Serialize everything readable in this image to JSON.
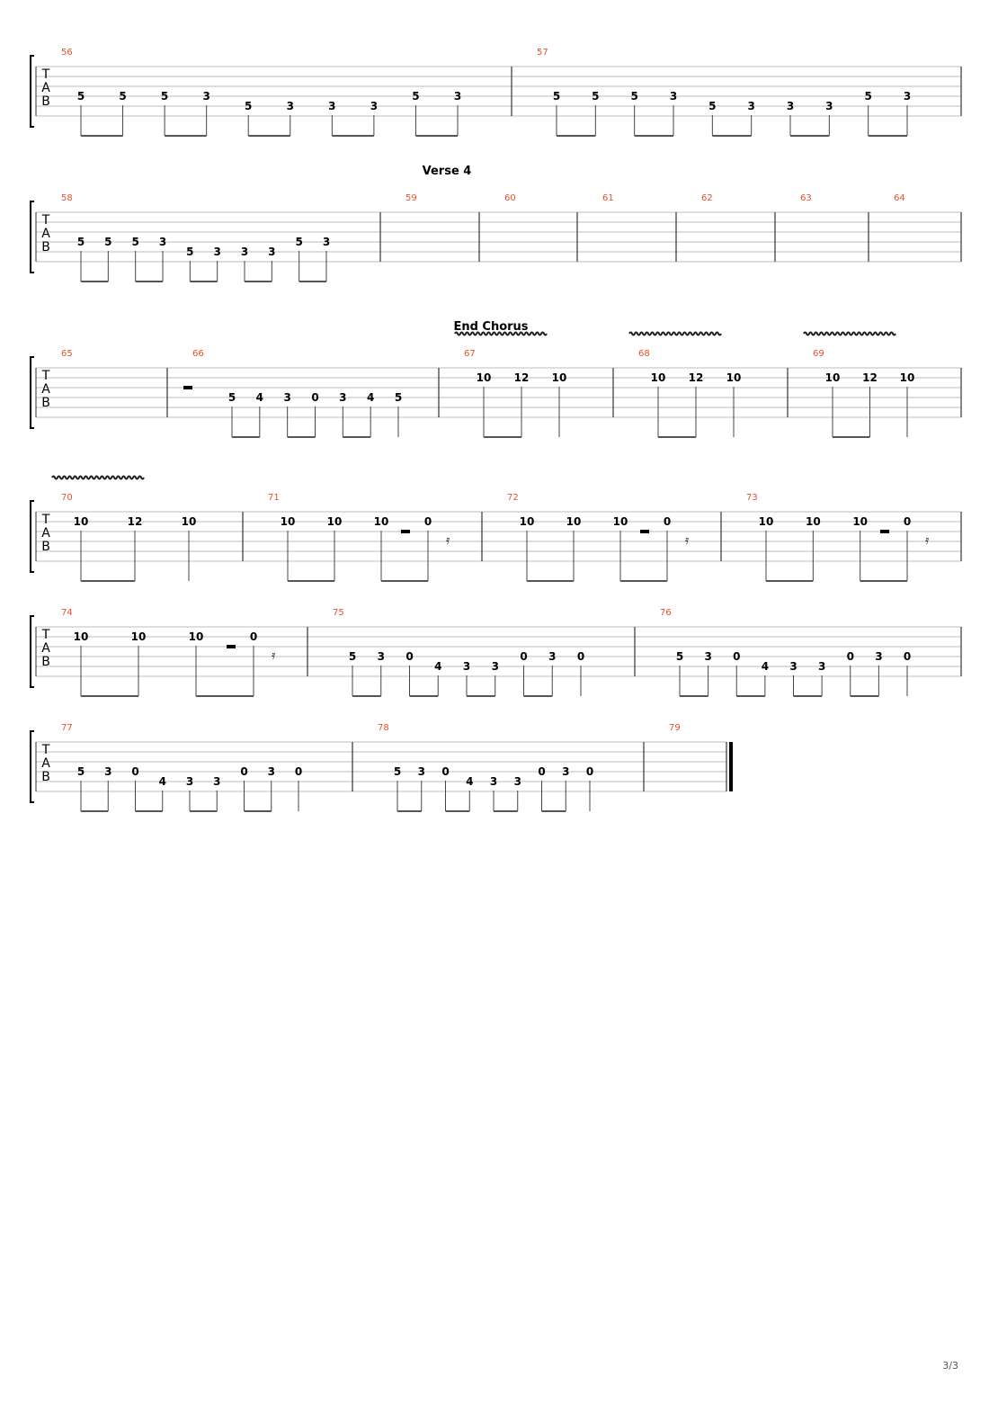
{
  "document": {
    "page_number": "3/3",
    "tab_label": [
      "T",
      "A",
      "B"
    ],
    "systems": [
      {
        "id": "system-1",
        "section": "",
        "vibrato_over_measures": [],
        "measures": [
          {
            "number": "56",
            "notes": [
              {
                "fret": "5",
                "string": 4
              },
              {
                "fret": "5",
                "string": 4
              },
              {
                "fret": "5",
                "string": 4
              },
              {
                "fret": "3",
                "string": 4
              },
              {
                "fret": "5",
                "string": 5
              },
              {
                "fret": "3",
                "string": 5
              },
              {
                "fret": "3",
                "string": 5
              },
              {
                "fret": "3",
                "string": 5
              },
              {
                "fret": "5",
                "string": 4
              },
              {
                "fret": "3",
                "string": 4
              }
            ]
          },
          {
            "number": "57",
            "notes": [
              {
                "fret": "5",
                "string": 4
              },
              {
                "fret": "5",
                "string": 4
              },
              {
                "fret": "5",
                "string": 4
              },
              {
                "fret": "3",
                "string": 4
              },
              {
                "fret": "5",
                "string": 5
              },
              {
                "fret": "3",
                "string": 5
              },
              {
                "fret": "3",
                "string": 5
              },
              {
                "fret": "3",
                "string": 5
              },
              {
                "fret": "5",
                "string": 4
              },
              {
                "fret": "3",
                "string": 4
              }
            ]
          }
        ]
      },
      {
        "id": "system-2",
        "section": "Verse 4",
        "vibrato_over_measures": [],
        "measures": [
          {
            "number": "58",
            "notes": [
              {
                "fret": "5",
                "string": 4
              },
              {
                "fret": "5",
                "string": 4
              },
              {
                "fret": "5",
                "string": 4
              },
              {
                "fret": "3",
                "string": 4
              },
              {
                "fret": "5",
                "string": 5
              },
              {
                "fret": "3",
                "string": 5
              },
              {
                "fret": "3",
                "string": 5
              },
              {
                "fret": "3",
                "string": 5
              },
              {
                "fret": "5",
                "string": 4
              },
              {
                "fret": "3",
                "string": 4
              }
            ]
          },
          {
            "number": "59",
            "notes": []
          },
          {
            "number": "60",
            "notes": []
          },
          {
            "number": "61",
            "notes": []
          },
          {
            "number": "62",
            "notes": []
          },
          {
            "number": "63",
            "notes": []
          },
          {
            "number": "64",
            "notes": []
          }
        ]
      },
      {
        "id": "system-3",
        "section": "End Chorus",
        "vibrato_over_measures": [
          "67",
          "68",
          "69"
        ],
        "measures": [
          {
            "number": "65",
            "notes": []
          },
          {
            "number": "66",
            "notes": [
              {
                "fret": "5",
                "string": 4
              },
              {
                "fret": "4",
                "string": 4
              },
              {
                "fret": "3",
                "string": 4
              },
              {
                "fret": "0",
                "string": 4
              },
              {
                "fret": "3",
                "string": 4
              },
              {
                "fret": "4",
                "string": 4
              },
              {
                "fret": "5",
                "string": 4
              }
            ]
          },
          {
            "number": "67",
            "notes": [
              {
                "fret": "10",
                "string": 2
              },
              {
                "fret": "12",
                "string": 2
              },
              {
                "fret": "10",
                "string": 2
              }
            ]
          },
          {
            "number": "68",
            "notes": [
              {
                "fret": "10",
                "string": 2
              },
              {
                "fret": "12",
                "string": 2
              },
              {
                "fret": "10",
                "string": 2
              }
            ]
          },
          {
            "number": "69",
            "notes": [
              {
                "fret": "10",
                "string": 2
              },
              {
                "fret": "12",
                "string": 2
              },
              {
                "fret": "10",
                "string": 2
              }
            ]
          }
        ]
      },
      {
        "id": "system-4",
        "section": "",
        "vibrato_over_measures": [
          "70"
        ],
        "measures": [
          {
            "number": "70",
            "notes": [
              {
                "fret": "10",
                "string": 2
              },
              {
                "fret": "12",
                "string": 2
              },
              {
                "fret": "10",
                "string": 2
              }
            ]
          },
          {
            "number": "71",
            "notes": [
              {
                "fret": "10",
                "string": 2
              },
              {
                "fret": "10",
                "string": 2
              },
              {
                "fret": "10",
                "string": 2
              },
              {
                "fret": "0",
                "string": 2
              }
            ]
          },
          {
            "number": "72",
            "notes": [
              {
                "fret": "10",
                "string": 2
              },
              {
                "fret": "10",
                "string": 2
              },
              {
                "fret": "10",
                "string": 2
              },
              {
                "fret": "0",
                "string": 2
              }
            ]
          },
          {
            "number": "73",
            "notes": [
              {
                "fret": "10",
                "string": 2
              },
              {
                "fret": "10",
                "string": 2
              },
              {
                "fret": "10",
                "string": 2
              },
              {
                "fret": "0",
                "string": 2
              }
            ]
          }
        ]
      },
      {
        "id": "system-5",
        "section": "",
        "vibrato_over_measures": [],
        "measures": [
          {
            "number": "74",
            "notes": [
              {
                "fret": "10",
                "string": 2
              },
              {
                "fret": "10",
                "string": 2
              },
              {
                "fret": "10",
                "string": 2
              },
              {
                "fret": "0",
                "string": 2
              }
            ]
          },
          {
            "number": "75",
            "notes": [
              {
                "fret": "5",
                "string": 4
              },
              {
                "fret": "3",
                "string": 4
              },
              {
                "fret": "0",
                "string": 4
              },
              {
                "fret": "4",
                "string": 5
              },
              {
                "fret": "3",
                "string": 5
              },
              {
                "fret": "3",
                "string": 5
              },
              {
                "fret": "0",
                "string": 4
              },
              {
                "fret": "3",
                "string": 4
              },
              {
                "fret": "0",
                "string": 4
              }
            ]
          },
          {
            "number": "76",
            "notes": [
              {
                "fret": "5",
                "string": 4
              },
              {
                "fret": "3",
                "string": 4
              },
              {
                "fret": "0",
                "string": 4
              },
              {
                "fret": "4",
                "string": 5
              },
              {
                "fret": "3",
                "string": 5
              },
              {
                "fret": "3",
                "string": 5
              },
              {
                "fret": "0",
                "string": 4
              },
              {
                "fret": "3",
                "string": 4
              },
              {
                "fret": "0",
                "string": 4
              }
            ]
          }
        ]
      },
      {
        "id": "system-6",
        "section": "",
        "vibrato_over_measures": [],
        "measures": [
          {
            "number": "77",
            "notes": [
              {
                "fret": "5",
                "string": 4
              },
              {
                "fret": "3",
                "string": 4
              },
              {
                "fret": "0",
                "string": 4
              },
              {
                "fret": "4",
                "string": 5
              },
              {
                "fret": "3",
                "string": 5
              },
              {
                "fret": "3",
                "string": 5
              },
              {
                "fret": "0",
                "string": 4
              },
              {
                "fret": "3",
                "string": 4
              },
              {
                "fret": "0",
                "string": 4
              }
            ]
          },
          {
            "number": "78",
            "notes": [
              {
                "fret": "5",
                "string": 4
              },
              {
                "fret": "3",
                "string": 4
              },
              {
                "fret": "0",
                "string": 4
              },
              {
                "fret": "4",
                "string": 5
              },
              {
                "fret": "3",
                "string": 5
              },
              {
                "fret": "3",
                "string": 5
              },
              {
                "fret": "0",
                "string": 4
              },
              {
                "fret": "3",
                "string": 4
              },
              {
                "fret": "0",
                "string": 4
              }
            ]
          },
          {
            "number": "79",
            "notes": []
          }
        ]
      }
    ]
  }
}
